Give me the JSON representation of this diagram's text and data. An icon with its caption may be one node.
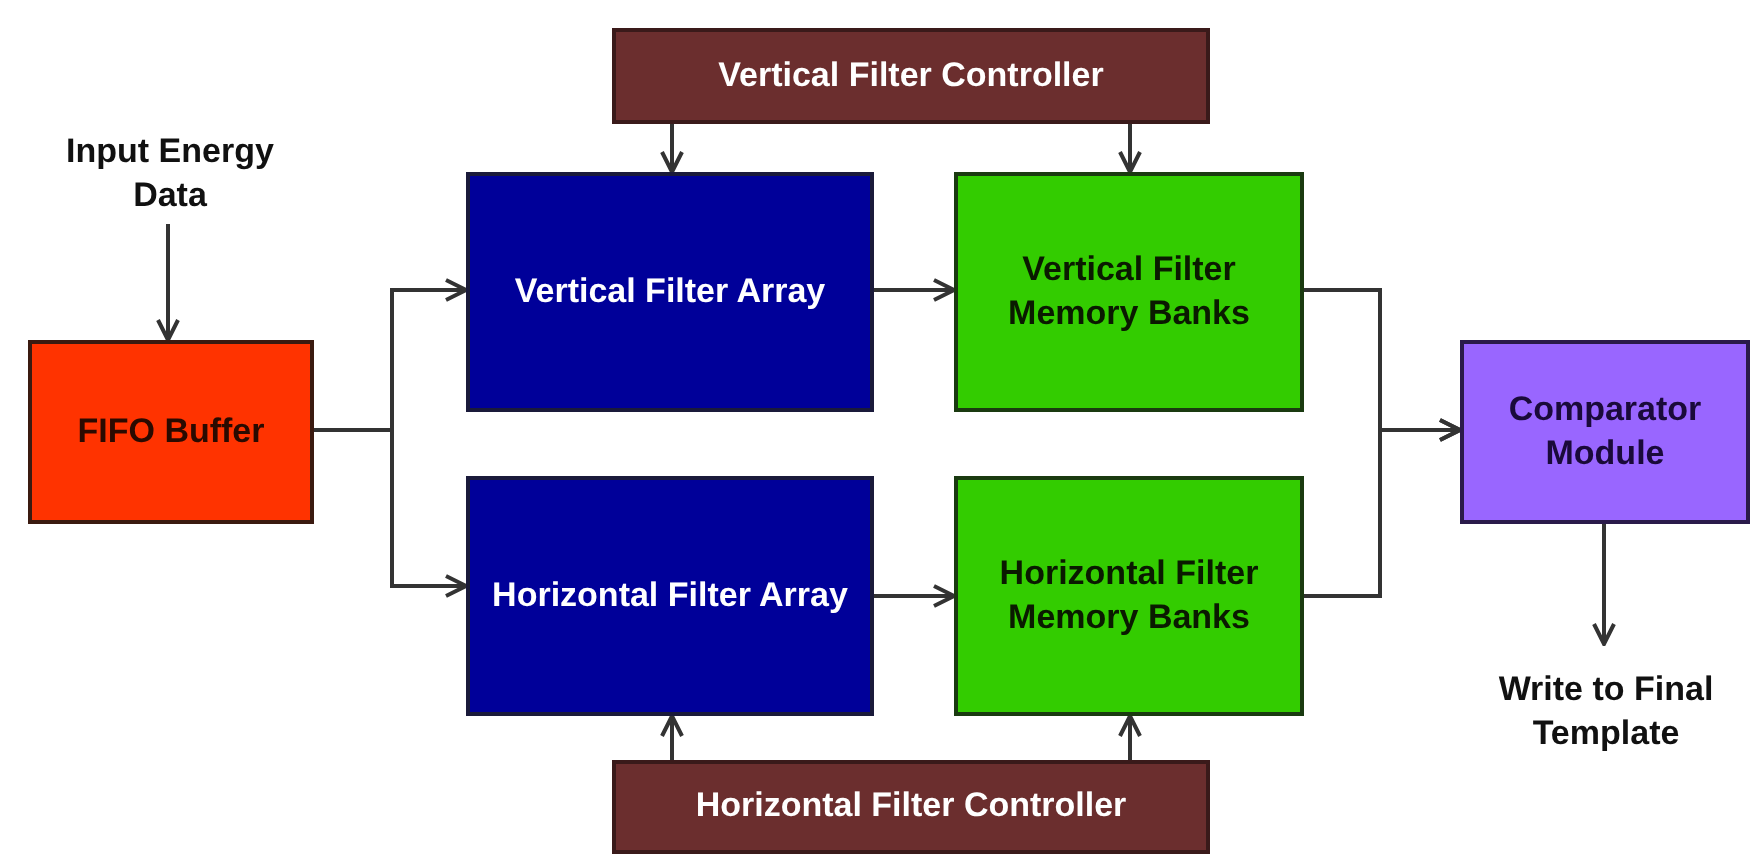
{
  "diagram": {
    "nodes": [
      {
        "text": [
          "Input Energy Data"
        ]
      },
      {
        "text": [
          "FIFO Buffer"
        ]
      },
      {
        "text": [
          "Vertical Filter Controller"
        ]
      },
      {
        "text": [
          "Vertical Filter Array"
        ]
      },
      {
        "text": [
          "Vertical Filter Memory Banks"
        ]
      },
      {
        "text": [
          "Horizontal Filter Array"
        ]
      },
      {
        "text": [
          "Horizontal Filter Memory Banks"
        ]
      },
      {
        "text": [
          "Horizontal Filter Controller"
        ]
      },
      {
        "text": [
          "Comparator Module"
        ]
      },
      {
        "text": [
          "Write to Final Template"
        ]
      }
    ],
    "edges": [
      {
        "from": 0,
        "to": 1,
        "arrow": "to"
      },
      {
        "from": 1,
        "to": 3,
        "arrow": "to"
      },
      {
        "from": 1,
        "to": 5,
        "arrow": "to"
      },
      {
        "from": 2,
        "to": 3,
        "arrow": "to"
      },
      {
        "from": 2,
        "to": 4,
        "arrow": "to"
      },
      {
        "from": 3,
        "to": 4,
        "arrow": "to"
      },
      {
        "from": 5,
        "to": 6,
        "arrow": "to"
      },
      {
        "from": 7,
        "to": 5,
        "arrow": "to"
      },
      {
        "from": 7,
        "to": 6,
        "arrow": "to"
      },
      {
        "from": 4,
        "to": 8,
        "arrow": "to"
      },
      {
        "from": 6,
        "to": 8,
        "arrow": "to"
      },
      {
        "from": 8,
        "to": 9,
        "arrow": "to"
      }
    ]
  }
}
